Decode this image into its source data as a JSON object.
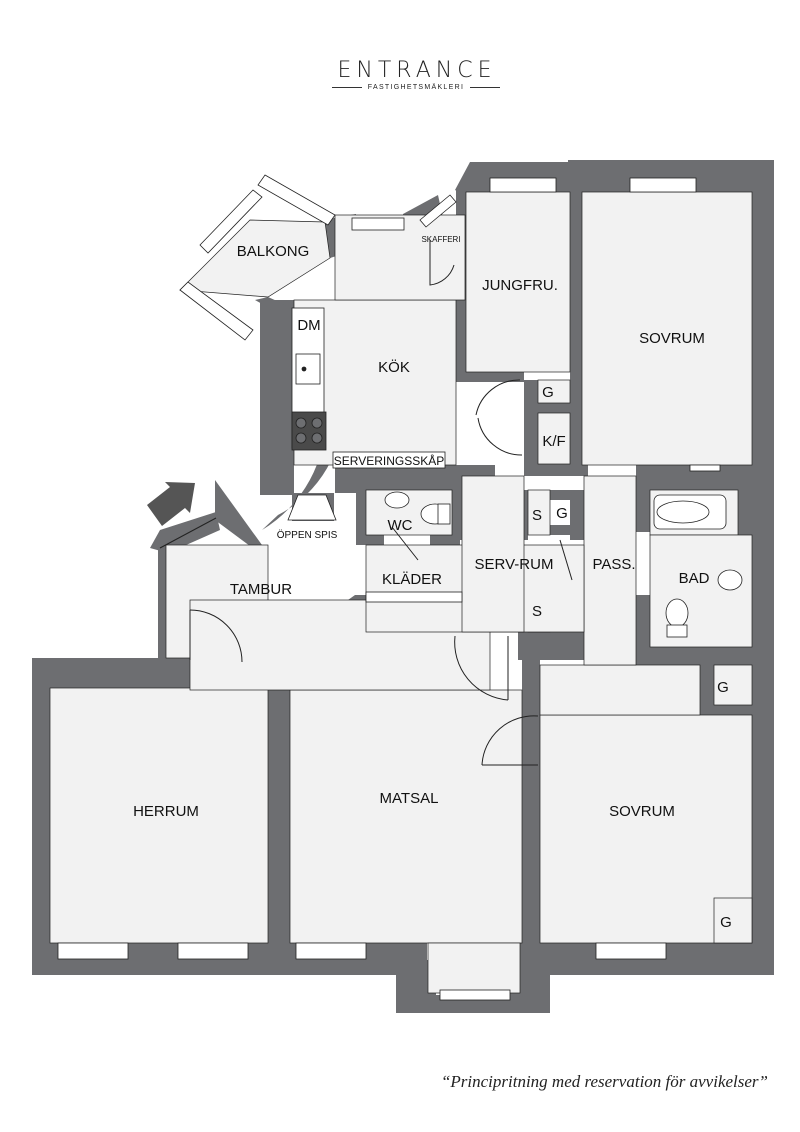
{
  "brand": {
    "name": "ENTRANCE",
    "tagline": "FASTIGHETSMÄKLERI"
  },
  "rooms": {
    "balkong": "BALKONG",
    "skafferi": "SKAFFERI",
    "jungfru": "JUNGFRU.",
    "sovrum_top": "SOVRUM",
    "dm": "DM",
    "kok": "KÖK",
    "g_jungfru": "G",
    "kf": "K/F",
    "serveringsskap": "SERVERINGSSKÅP",
    "wc": "WC",
    "oppen_spis": "ÖPPEN SPIS",
    "s_upper": "S",
    "g_serv": "G",
    "serv_rum": "SERV-RUM",
    "pass": "PASS.",
    "bad": "BAD",
    "tambur": "TAMBUR",
    "klader": "KLÄDER",
    "s_lower": "S",
    "g_right_upper": "G",
    "herrum": "HERRUM",
    "matsal": "MATSAL",
    "sovrum_bottom": "SOVRUM",
    "g_right_lower": "G"
  },
  "disclaimer": "“Principritning med reservation för avvikelser”",
  "colors": {
    "wall": "#6d6e71",
    "floor": "#f2f2f2",
    "line": "#222222"
  }
}
